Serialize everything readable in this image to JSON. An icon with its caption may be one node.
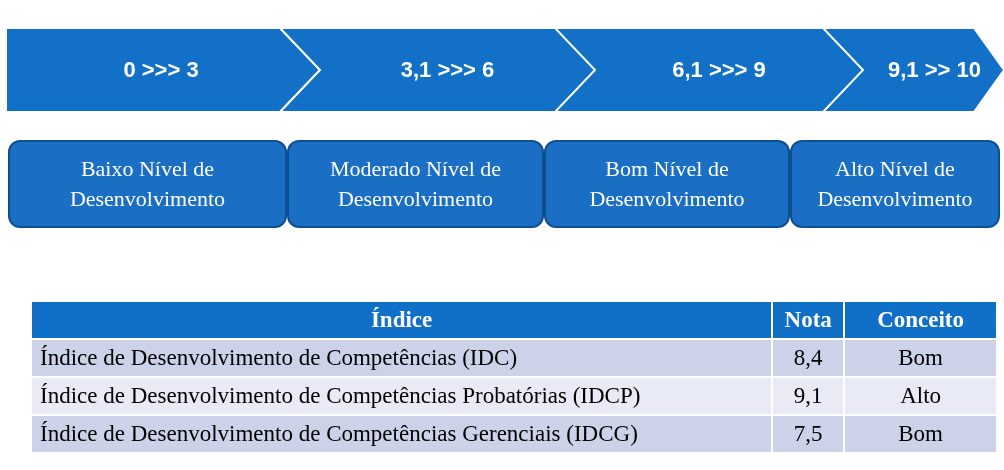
{
  "diagram": {
    "nodes": [
      {
        "text": [
          "0 >>> 3"
        ]
      },
      {
        "text": [
          "3,1 >>> 6"
        ]
      },
      {
        "text": [
          "6,1 >>> 9"
        ]
      },
      {
        "text": [
          "9,1 >> 10"
        ]
      },
      {
        "text": [
          "Baixo Nível de Desenvolvimento"
        ]
      },
      {
        "text": [
          "Moderado Nível de Desenvolvimento"
        ]
      },
      {
        "text": [
          "Bom Nível de Desenvolvimento"
        ]
      },
      {
        "text": [
          "Alto Nível de Desenvolvimento"
        ]
      }
    ],
    "labels": [
      "Índice",
      "Nota",
      "Conceito",
      "Índice de Desenvolvimento de Competências (IDC)",
      "8,4",
      "Bom",
      "Índice de Desenvolvimento de Competências Probatórias (IDCP)",
      "9,1",
      "Alto",
      "Índice de Desenvolvimento de Competências Gerenciais (IDCG)",
      "7,5",
      "Bom"
    ]
  }
}
